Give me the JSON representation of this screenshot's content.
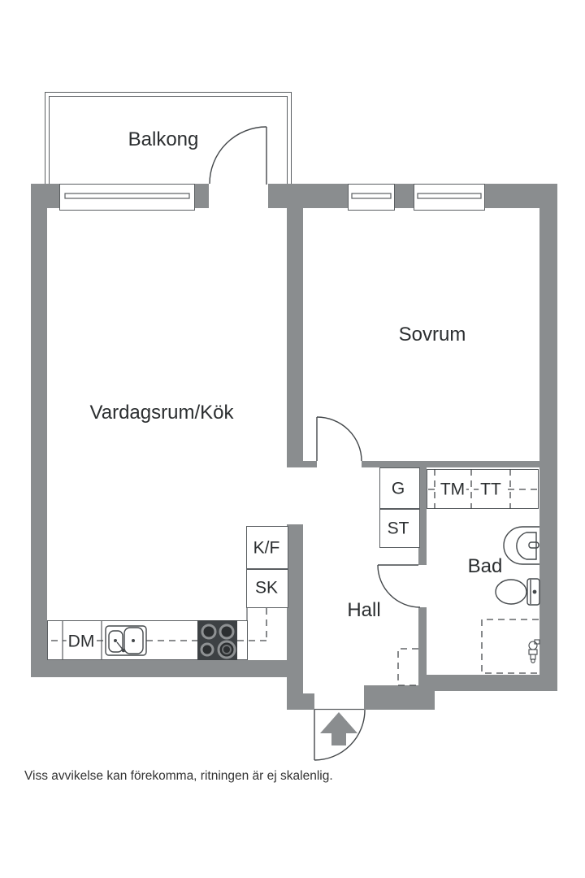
{
  "rooms": {
    "balcony": {
      "label": "Balkong"
    },
    "bedroom": {
      "label": "Sovrum"
    },
    "living_kitchen": {
      "label": "Vardagsrum/Kök"
    },
    "hall": {
      "label": "Hall"
    },
    "bathroom": {
      "label": "Bad"
    }
  },
  "storage": {
    "wardrobe": "G",
    "cleaning_closet": "ST",
    "fridge_freezer": "K/F",
    "cabinet": "SK"
  },
  "appliances": {
    "dishwasher": "DM",
    "washing_machine": "TM",
    "tumble_dryer": "TT"
  },
  "disclaimer": "Viss avvikelse kan förekomma, ritningen är ej skalenlig.",
  "colors": {
    "wall": "#8a8d8f",
    "line": "#44484b",
    "stove": "#3d4144",
    "text": "#2b2e30"
  }
}
